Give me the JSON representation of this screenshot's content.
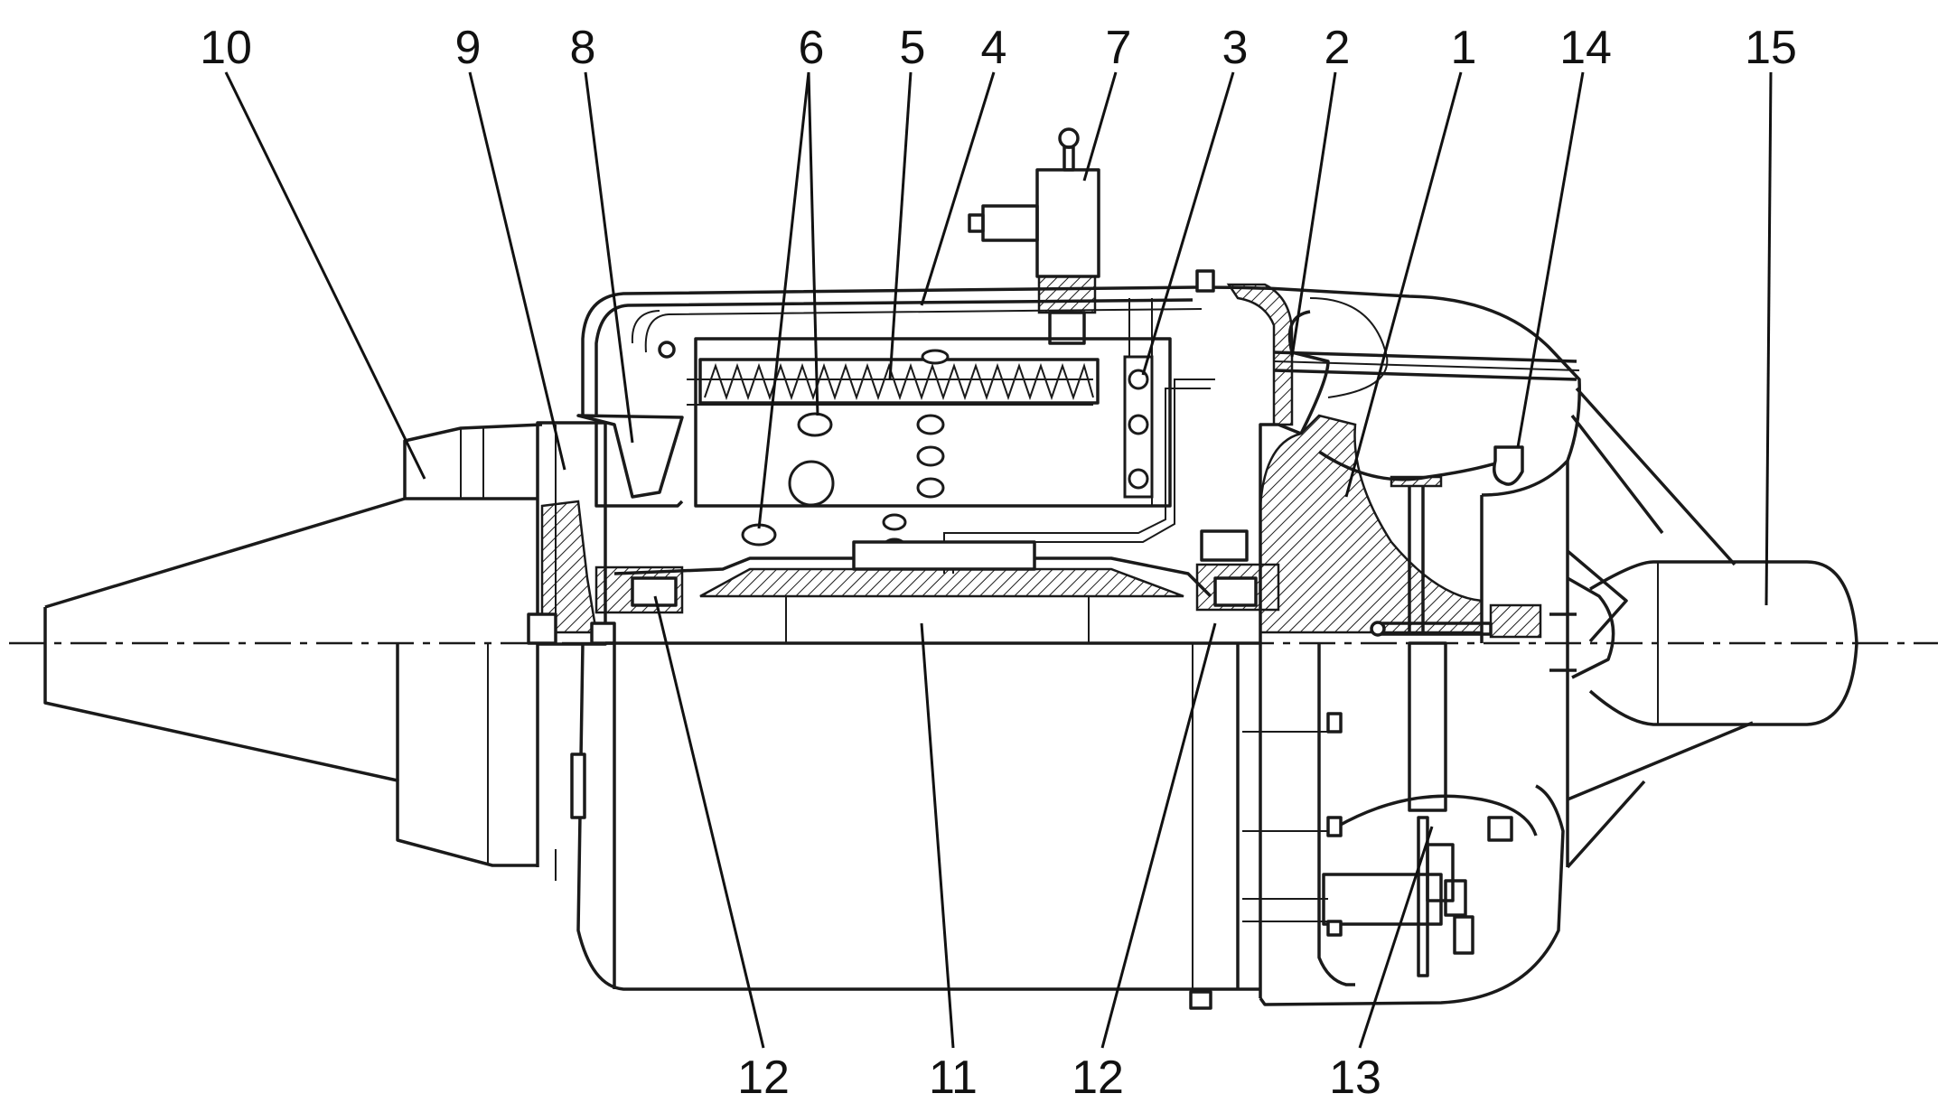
{
  "labels": [
    {
      "id": "label-10",
      "text": "10"
    },
    {
      "id": "label-9",
      "text": "9"
    },
    {
      "id": "label-8",
      "text": "8"
    },
    {
      "id": "label-6",
      "text": "6"
    },
    {
      "id": "label-5",
      "text": "5"
    },
    {
      "id": "label-4",
      "text": "4"
    },
    {
      "id": "label-7",
      "text": "7"
    },
    {
      "id": "label-3",
      "text": "3"
    },
    {
      "id": "label-2",
      "text": "2"
    },
    {
      "id": "label-1",
      "text": "1"
    },
    {
      "id": "label-14",
      "text": "14"
    },
    {
      "id": "label-15",
      "text": "15"
    },
    {
      "id": "label-12-left",
      "text": "12"
    },
    {
      "id": "label-11",
      "text": "11"
    },
    {
      "id": "label-12-right",
      "text": "12"
    },
    {
      "id": "label-13",
      "text": "13"
    }
  ]
}
